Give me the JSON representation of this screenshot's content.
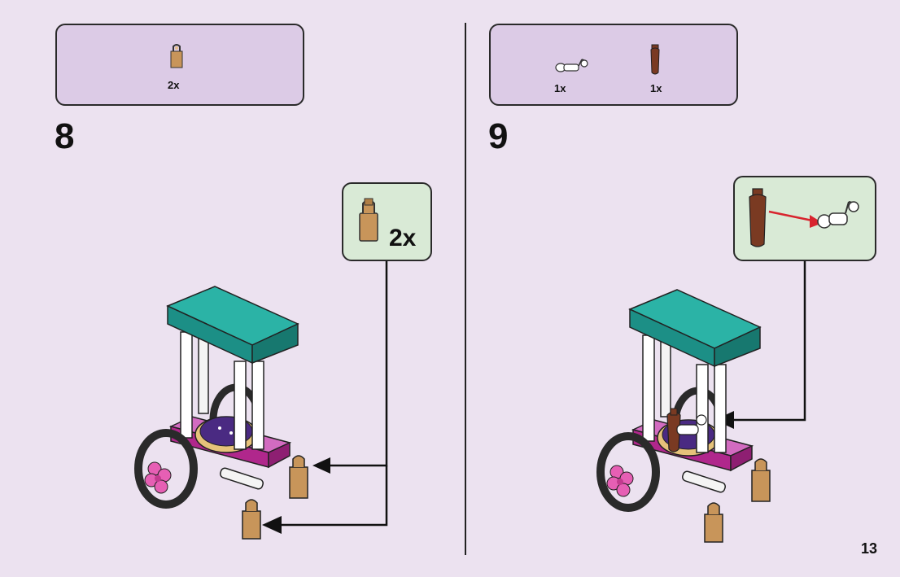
{
  "steps": [
    {
      "number": "8",
      "parts": [
        {
          "icon": "bar-holder-clip-icon",
          "qty": "2x"
        }
      ],
      "callout": {
        "icon": "bar-holder-clip-icon",
        "qty": "2x"
      }
    },
    {
      "number": "9",
      "parts": [
        {
          "icon": "robot-arm-icon",
          "qty": "1x"
        },
        {
          "icon": "brown-torch-icon",
          "qty": "1x"
        }
      ],
      "callout": {
        "icon": "torch-into-arm-icon"
      }
    }
  ],
  "page_number": "13",
  "colors": {
    "background": "#ece2f0",
    "parts_box": "#dccbe6",
    "callout_box": "#d9ead6",
    "teal_roof": "#20a69a",
    "magenta_base": "#b0278c",
    "tan_clip": "#c8955a",
    "brown_torch": "#7a3a22",
    "pink_flower": "#e65fb4",
    "red_arrow": "#d8242e"
  }
}
